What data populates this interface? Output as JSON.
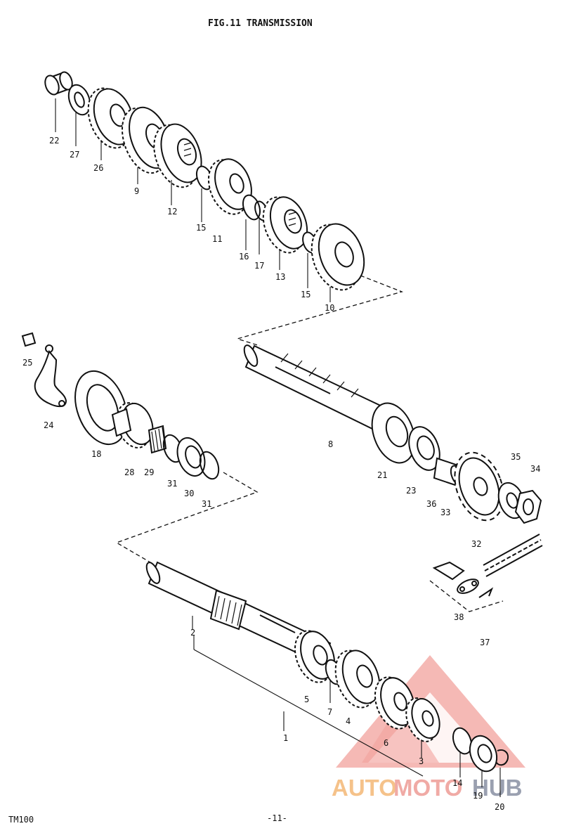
{
  "figure": {
    "title": "FIG.11  TRANSMISSION",
    "model": "TM100",
    "page": "-11-"
  },
  "watermark": {
    "part1": "AUTO",
    "part2": "MOTO",
    "part3": "HUB",
    "colors": {
      "auto": "#f5c28a",
      "moto": "#f0aaa5",
      "hub": "#9aa0b0",
      "triangle": "#ee6b66"
    }
  },
  "callouts": [
    "22",
    "27",
    "26",
    "9",
    "12",
    "15",
    "11",
    "16",
    "17",
    "13",
    "15",
    "10",
    "25",
    "24",
    "18",
    "28",
    "29",
    "31",
    "30",
    "31",
    "8",
    "21",
    "23",
    "36",
    "33",
    "35",
    "34",
    "32",
    "38",
    "37",
    "2",
    "5",
    "7",
    "4",
    "6",
    "1",
    "3",
    "14",
    "19",
    "20"
  ]
}
